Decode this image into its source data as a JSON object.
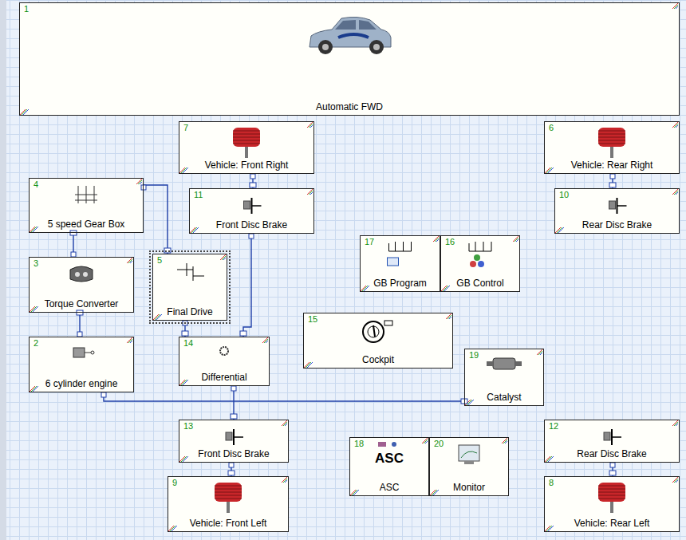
{
  "diagram": {
    "nodes": [
      {
        "text": [
          "1",
          "Automatic FWD"
        ]
      },
      {
        "text": [
          "7",
          "Vehicle: Front Right"
        ]
      },
      {
        "text": [
          "6",
          "Vehicle: Rear Right"
        ]
      },
      {
        "text": [
          "4",
          "5 speed Gear Box"
        ]
      },
      {
        "text": [
          "11",
          "Front Disc Brake"
        ]
      },
      {
        "text": [
          "10",
          "Rear Disc Brake"
        ]
      },
      {
        "text": [
          "17",
          "GB Program"
        ]
      },
      {
        "text": [
          "16",
          "GB Control"
        ]
      },
      {
        "text": [
          "3",
          "Torque Converter"
        ]
      },
      {
        "text": [
          "5",
          "Final Drive"
        ]
      },
      {
        "text": [
          "15",
          "Cockpit"
        ]
      },
      {
        "text": [
          "2",
          "6 cylinder engine"
        ]
      },
      {
        "text": [
          "14",
          "Differential"
        ]
      },
      {
        "text": [
          "19",
          "Catalyst"
        ]
      },
      {
        "text": [
          "13",
          "Front Disc Brake"
        ]
      },
      {
        "text": [
          "18",
          "ASC",
          "ASC"
        ]
      },
      {
        "text": [
          "20",
          "Monitor"
        ]
      },
      {
        "text": [
          "12",
          "Rear Disc Brake"
        ]
      },
      {
        "text": [
          "9",
          "Vehicle: Front Left"
        ]
      },
      {
        "text": [
          "8",
          "Vehicle: Rear Left"
        ]
      }
    ],
    "edges": [
      {
        "from": 11,
        "to": 8,
        "arrow": "none"
      },
      {
        "from": 8,
        "to": 3,
        "arrow": "none"
      },
      {
        "from": 3,
        "to": 9,
        "arrow": "none"
      },
      {
        "from": 1,
        "to": 4,
        "arrow": "none"
      },
      {
        "from": 4,
        "to": 12,
        "arrow": "none"
      },
      {
        "from": 9,
        "to": 12,
        "arrow": "none"
      },
      {
        "from": 12,
        "to": 14,
        "arrow": "none"
      },
      {
        "from": 14,
        "to": 18,
        "arrow": "none"
      },
      {
        "from": 2,
        "to": 5,
        "arrow": "none"
      },
      {
        "from": 17,
        "to": 19,
        "arrow": "none"
      },
      {
        "from": 11,
        "to": 13,
        "arrow": "none"
      }
    ]
  }
}
